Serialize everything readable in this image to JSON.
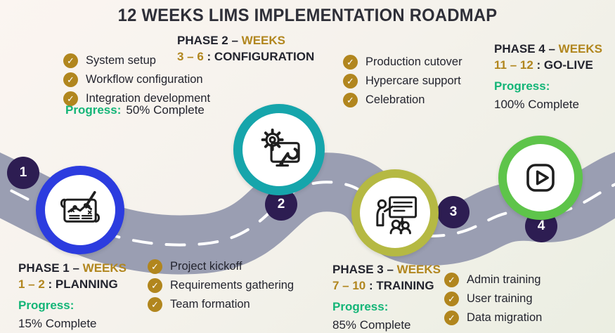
{
  "title": "12 WEEKS LIMS IMPLEMENTATION ROADMAP",
  "colors": {
    "gold": "#b1861e",
    "green": "#13b577",
    "dark": "#23242e",
    "road": "#9a9eb2",
    "badge": "#2d1d52",
    "phase1-ring": "#2c3cdf",
    "phase2-ring": "#16a5ab",
    "phase3-ring": "#b5b943",
    "phase4-ring": "#5ec44a"
  },
  "phases": [
    {
      "number": "1",
      "title_dark": "PHASE 1 –",
      "title_gold": "WEEKS",
      "range_gold": "1 – 2",
      "range_dark": ": PLANNING",
      "progress_label": "Progress:",
      "progress_value": "15% Complete",
      "icon": "planning-blueprint-icon",
      "tasks": [
        "Project kickoff",
        "Requirements gathering",
        "Team formation"
      ]
    },
    {
      "number": "2",
      "title_dark": "PHASE 2 –",
      "title_gold": "WEEKS",
      "range_gold": "3 – 6",
      "range_dark": ": CONFIGURATION",
      "progress_label": "Progress:",
      "progress_value": "50% Complete",
      "icon": "configuration-gear-wrench-icon",
      "tasks": [
        "System setup",
        "Workflow configuration",
        "Integration development"
      ]
    },
    {
      "number": "3",
      "title_dark": "PHASE 3 –",
      "title_gold": "WEEKS",
      "range_gold": "7 – 10",
      "range_dark": ": TRAINING",
      "progress_label": "Progress:",
      "progress_value": "85% Complete",
      "icon": "training-presentation-icon",
      "tasks": [
        "Admin training",
        "User training",
        "Data migration"
      ]
    },
    {
      "number": "4",
      "title_dark": "PHASE 4 –",
      "title_gold": "WEEKS",
      "range_gold": "11 – 12",
      "range_dark": ": GO-LIVE",
      "progress_label": "Progress:",
      "progress_value": "100% Complete",
      "icon": "go-live-play-icon",
      "tasks": [
        "Production cutover",
        "Hypercare support",
        "Celebration"
      ]
    }
  ]
}
